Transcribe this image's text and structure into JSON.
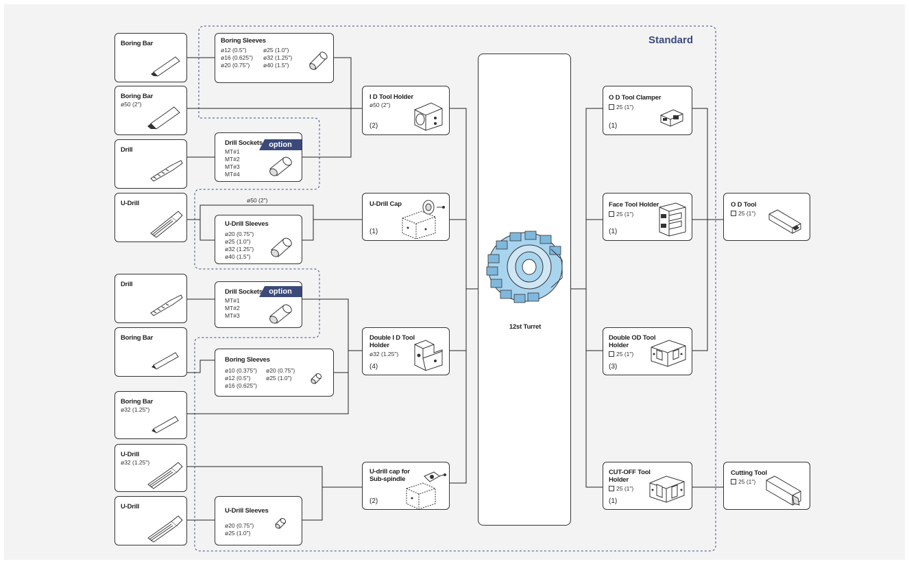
{
  "labels": {
    "standard": "Standard",
    "option": "option"
  },
  "left": {
    "boring_bar_1": {
      "title": "Boring Bar"
    },
    "boring_bar_2": {
      "title": "Boring Bar",
      "spec": "ø50 (2\")"
    },
    "drill_1": {
      "title": "Drill"
    },
    "udrill_1": {
      "title": "U-Drill"
    },
    "drill_2": {
      "title": "Drill"
    },
    "boring_bar_3": {
      "title": "Boring Bar"
    },
    "boring_bar_4": {
      "title": "Boring Bar",
      "spec": "ø32 (1.25\")"
    },
    "udrill_2": {
      "title": "U-Drill",
      "spec": "ø32 (1.25\")"
    },
    "udrill_3": {
      "title": "U-Drill"
    }
  },
  "middle": {
    "boring_sleeves_1": {
      "title": "Boring Sleeves",
      "col1": [
        "ø12 (0.5\")",
        "ø16 (0.625\")",
        "ø20 (0.75\")"
      ],
      "col2": [
        "ø25 (1.0\")",
        "ø32 (1.25\")",
        "ø40 (1.5\")"
      ]
    },
    "drill_sockets_1": {
      "title": "Drill Sockets",
      "items": [
        "MT#1",
        "MT#2",
        "MT#3",
        "MT#4"
      ]
    },
    "udrill_dim": "ø50 (2\")",
    "udrill_sleeves_1": {
      "title": "U-Drill Sleeves",
      "items": [
        "ø20 (0.75\")",
        "ø25 (1.0\")",
        "ø32 (1.25\")",
        "ø40 (1.5\")"
      ]
    },
    "drill_sockets_2": {
      "title": "Drill Sockets",
      "items": [
        "MT#1",
        "MT#2",
        "MT#3"
      ]
    },
    "boring_sleeves_2": {
      "title": "Boring Sleeves",
      "col1": [
        "ø10 (0.375\")",
        "ø12 (0.5\")",
        "ø16 (0.625\")"
      ],
      "col2": [
        "ø20 (0.75\")",
        "ø25 (1.0\")"
      ]
    },
    "udrill_sleeves_2": {
      "title": "U-Drill Sleeves",
      "items": [
        "ø20 (0.75\")",
        "ø25 (1.0\")"
      ]
    }
  },
  "holders": {
    "id_tool_holder": {
      "title": "I D Tool Holder",
      "spec": "ø50 (2\")",
      "qty": "(2)"
    },
    "udrill_cap": {
      "title": "U-Drill Cap",
      "qty": "(1)"
    },
    "double_id": {
      "title_lines": [
        "Double I D Tool",
        "Holder"
      ],
      "spec": "ø32 (1.25\")",
      "qty": "(4)"
    },
    "udrill_cap_sub": {
      "title_lines": [
        "U-drill cap for",
        "Sub-spindle"
      ],
      "qty": "(2)"
    }
  },
  "turret": {
    "label": "12st Turret"
  },
  "right": {
    "od_clamper": {
      "title": "O D Tool Clamper",
      "spec": "25 (1\")",
      "qty": "(1)"
    },
    "face_holder": {
      "title": "Face Tool Holder",
      "spec": "25 (1\")",
      "qty": "(1)"
    },
    "double_od": {
      "title_lines": [
        "Double OD Tool",
        "Holder"
      ],
      "spec": "25 (1\")",
      "qty": "(3)"
    },
    "cutoff": {
      "title_lines": [
        "CUT-OFF Tool",
        "Holder"
      ],
      "spec": "25 (1\")",
      "qty": "(1)"
    }
  },
  "far_right": {
    "od_tool": {
      "title": "O D Tool",
      "spec": "25 (1\")"
    },
    "cutting_tool": {
      "title": "Cutting Tool",
      "spec": "25 (1\")"
    }
  },
  "colors": {
    "accent": "#3b4a7a",
    "blue_part": "#a9d4ee",
    "background": "#f3f3f4"
  }
}
